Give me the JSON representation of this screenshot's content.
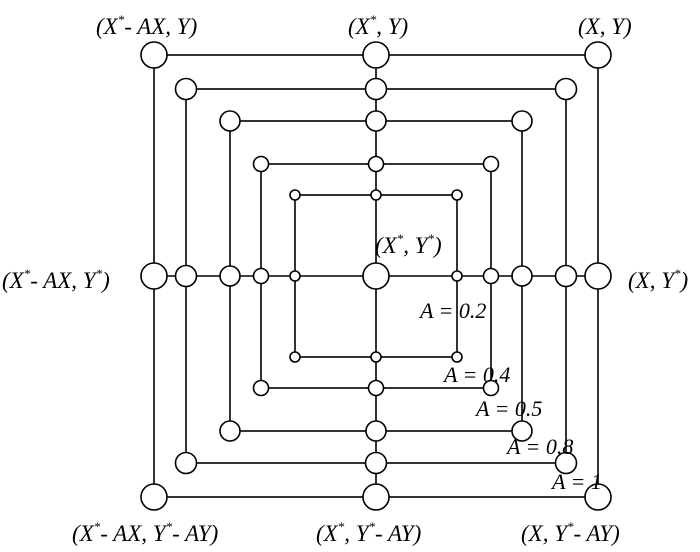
{
  "point_labels": {
    "top_left": {
      "a": "(X",
      "b": "*",
      "c": "- AX, Y)"
    },
    "top_mid": {
      "a": "(X",
      "b": "*",
      "c": ", Y)"
    },
    "top_right": {
      "a": "(X, Y)"
    },
    "mid_left": {
      "a": "(X",
      "b": "*",
      "c": "- AX, Y",
      "d": "*",
      "e": ")"
    },
    "center": {
      "a": "(X",
      "b": "*",
      "c": ", Y",
      "d": "*",
      "e": ")"
    },
    "mid_right": {
      "a": "(X, Y",
      "b": "*",
      "c": ")"
    },
    "bottom_left": {
      "a": "(X",
      "b": "*",
      "c": "- AX, Y",
      "d": "*",
      "e": "- AY)"
    },
    "bottom_mid": {
      "a": "(X",
      "b": "*",
      "c": ", Y",
      "d": "*",
      "e": "- AY)"
    },
    "bottom_right": {
      "a": "(X, Y",
      "b": "*",
      "c": "- AY)"
    }
  },
  "squares": [
    {
      "label": "A = 0.2",
      "a": 0.2
    },
    {
      "label": "A = 0.4",
      "a": 0.4
    },
    {
      "label": "A = 0.5",
      "a": 0.5
    },
    {
      "label": "A = 0.8",
      "a": 0.8
    },
    {
      "label": "A = 1",
      "a": 1.0
    }
  ]
}
